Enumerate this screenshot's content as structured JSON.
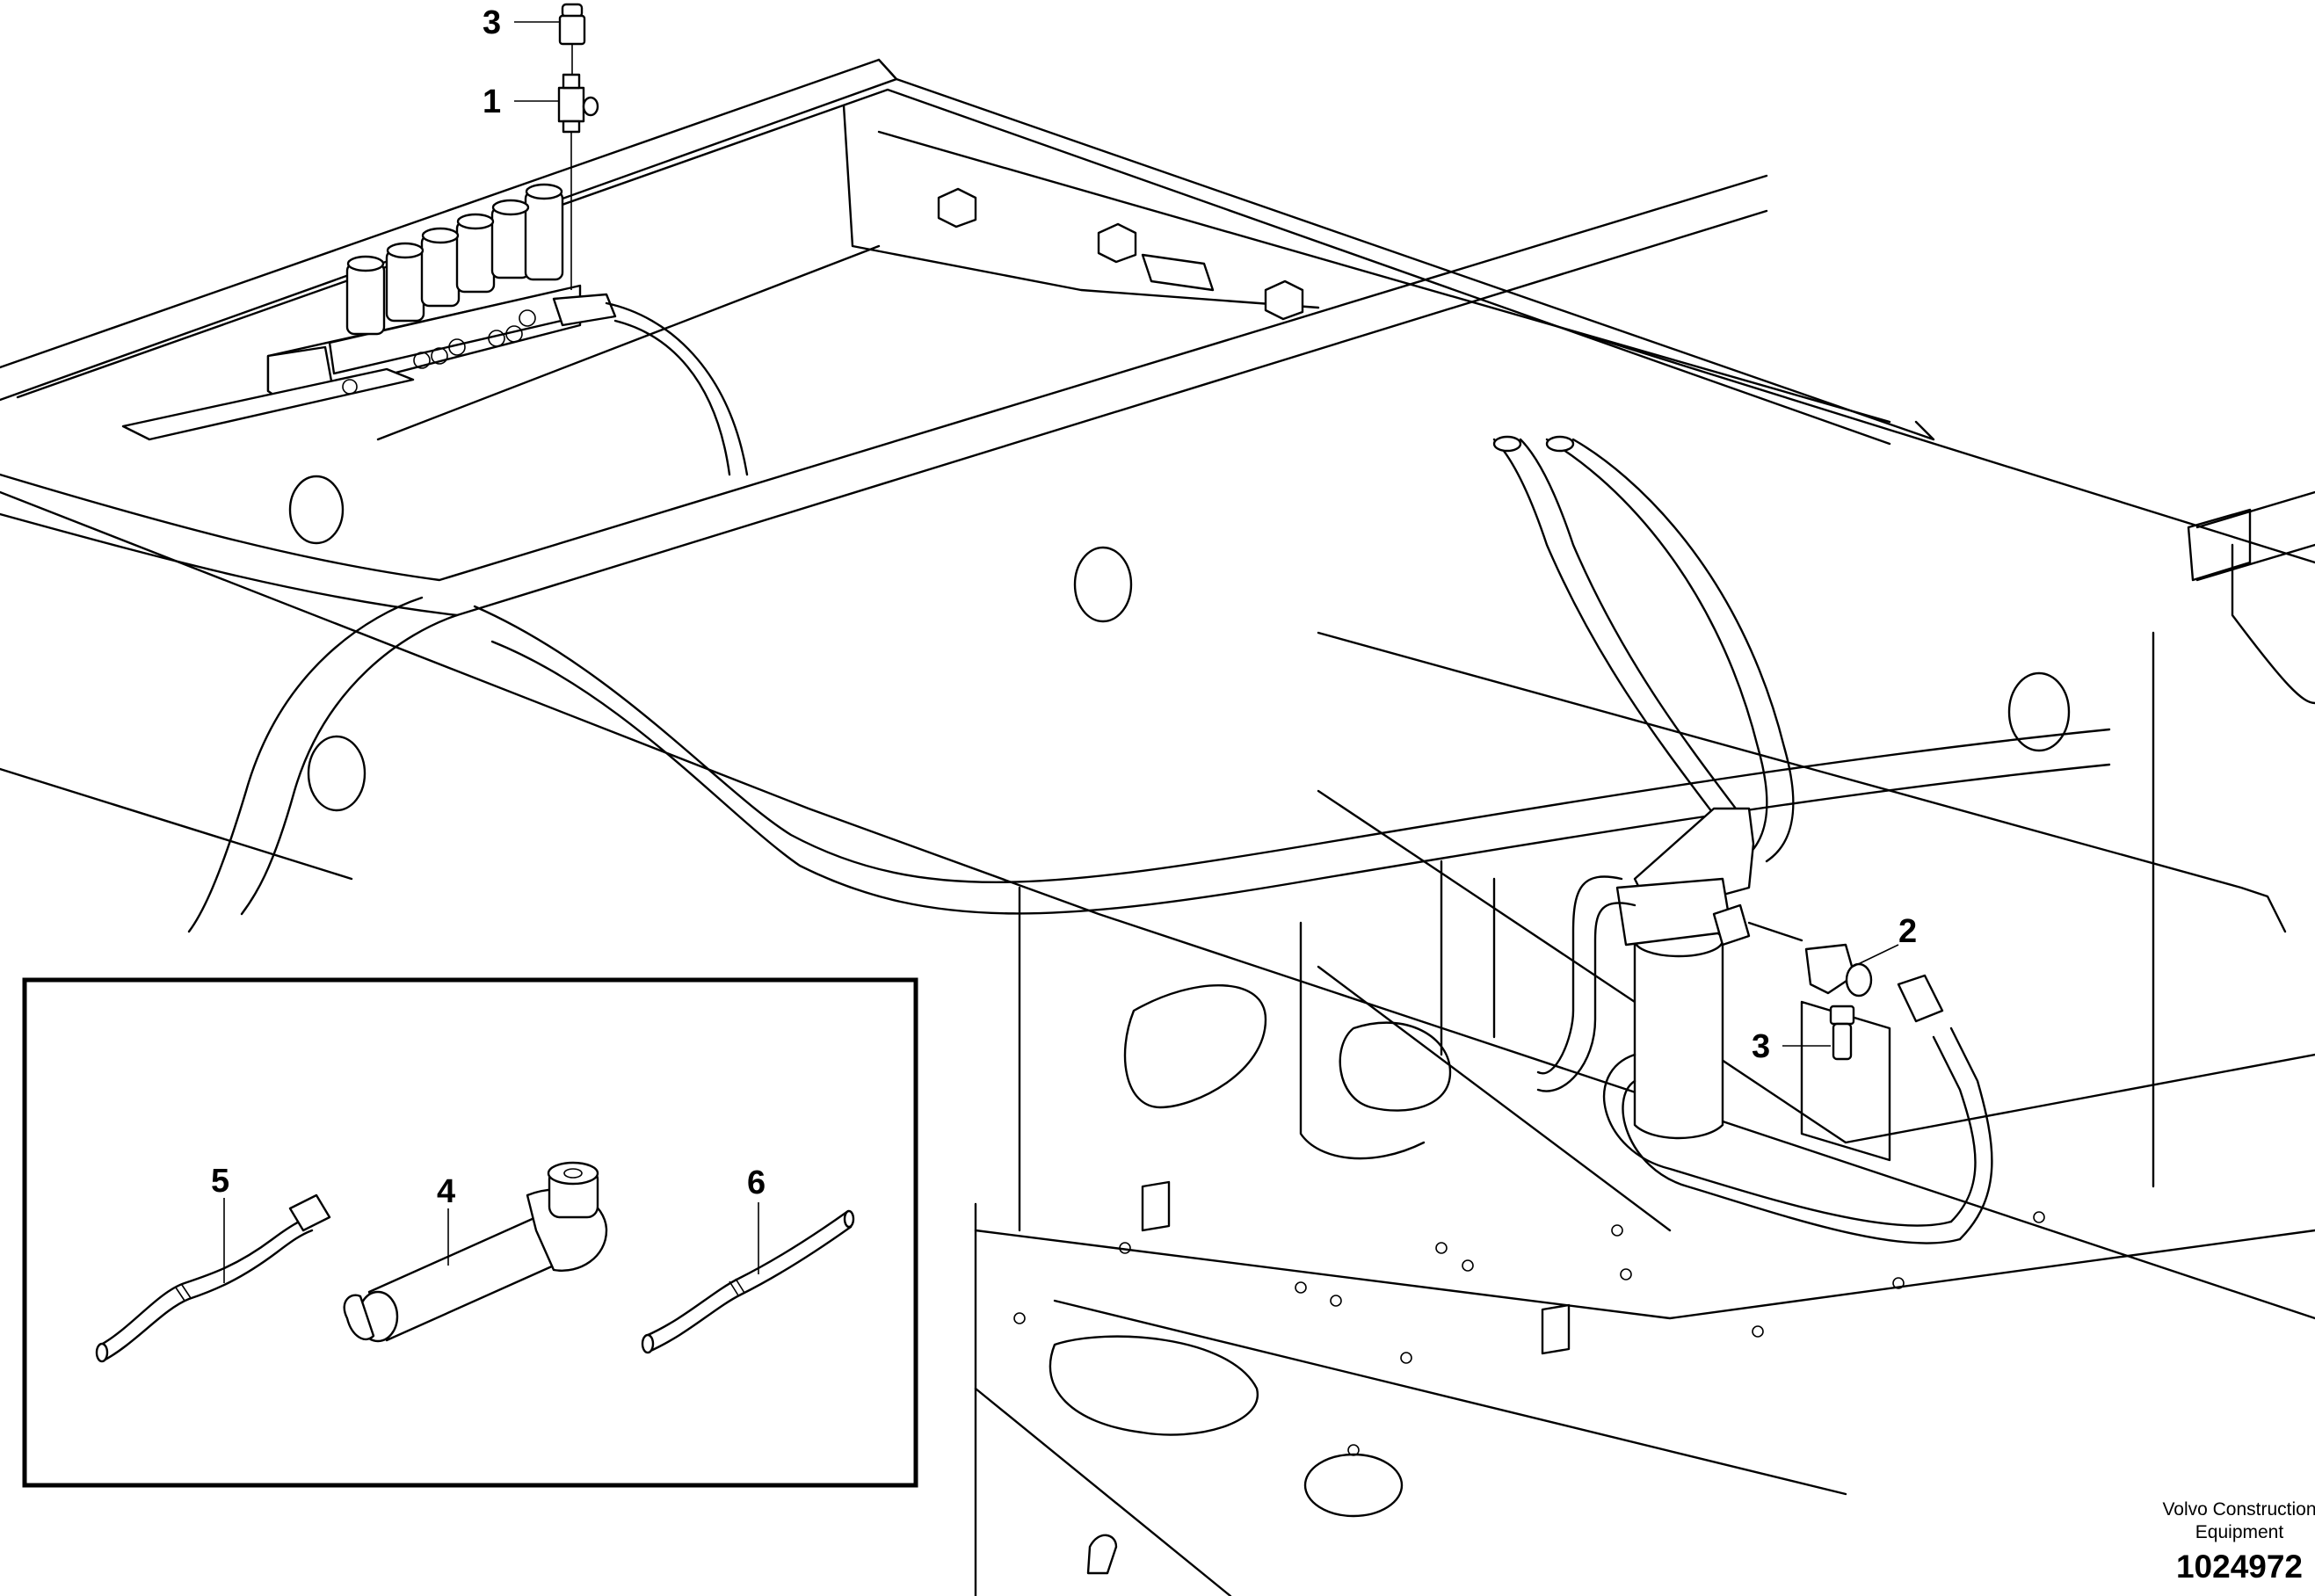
{
  "callouts": {
    "c1": "1",
    "c2": "2",
    "c3_top": "3",
    "c3_right": "3",
    "c4": "4",
    "c5": "5",
    "c6": "6"
  },
  "footer": {
    "brand_line1": "Volvo Construction",
    "brand_line2": "Equipment",
    "doc_number": "1024972"
  }
}
